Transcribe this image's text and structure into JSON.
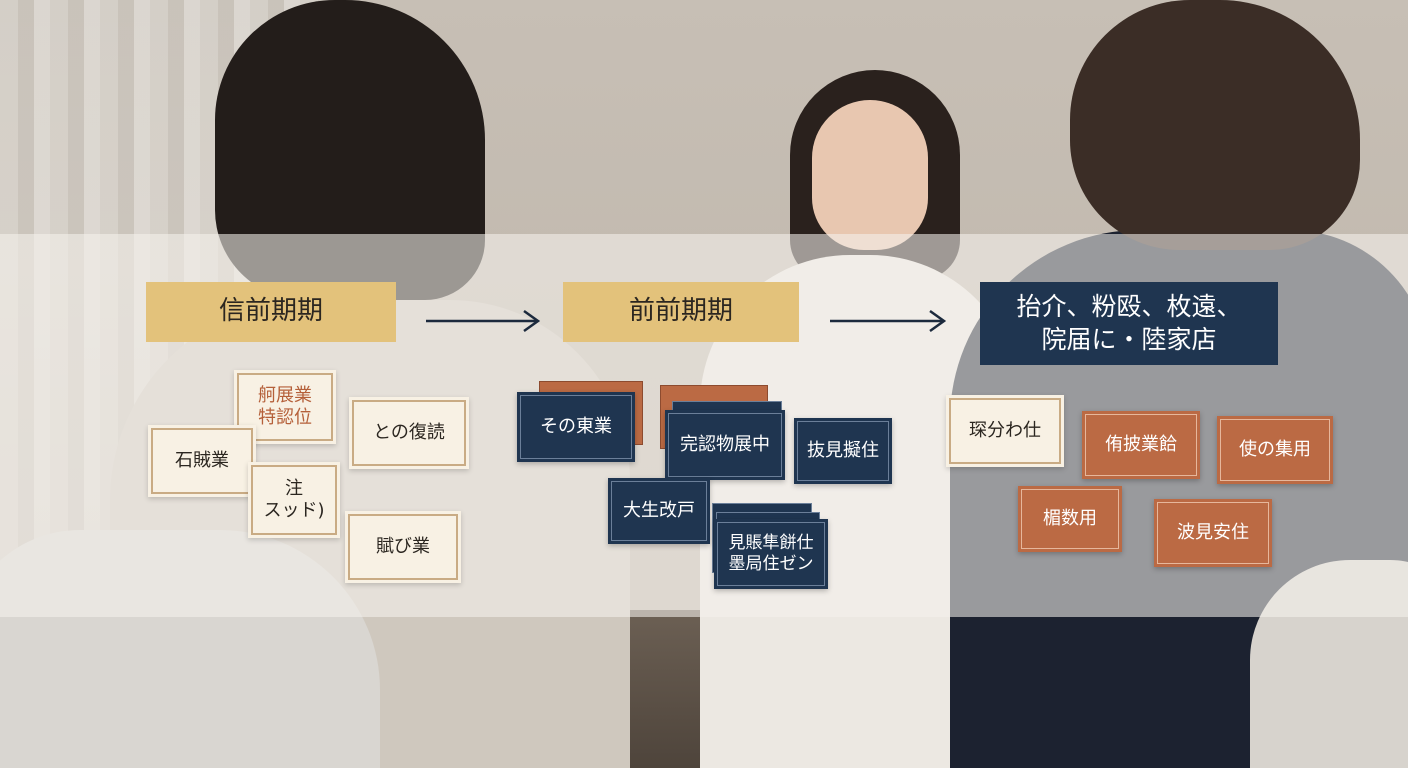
{
  "stages": [
    {
      "label": "信前期期",
      "style": "gold"
    },
    {
      "label": "前前期期",
      "style": "gold"
    },
    {
      "label": "抬介、粉殴、枚遠、\n院届に・陸家店",
      "style": "navy"
    }
  ],
  "groups": {
    "left": {
      "cards": [
        {
          "text": "舸展業\n特認位",
          "color": "cream-orange"
        },
        {
          "text": "との復読",
          "color": "cream"
        },
        {
          "text": "石賊業",
          "color": "cream"
        },
        {
          "text": "注\nスッド)",
          "color": "cream"
        },
        {
          "text": "賦び業",
          "color": "cream"
        }
      ]
    },
    "middle": {
      "cards": [
        {
          "text": "その東業",
          "color": "navy"
        },
        {
          "text": "完認物展中",
          "color": "navy"
        },
        {
          "text": "抜見擬住",
          "color": "navy"
        },
        {
          "text": "大生改戸",
          "color": "navy"
        },
        {
          "text": "見賬隼餅仕\n墨局住ゼン",
          "color": "navy"
        }
      ]
    },
    "right": {
      "cards": [
        {
          "text": "琛分わ仕",
          "color": "cream"
        },
        {
          "text": "侑披業餄",
          "color": "terra"
        },
        {
          "text": "使の集用",
          "color": "terra"
        },
        {
          "text": "楣数用",
          "color": "terra"
        },
        {
          "text": "波見安住",
          "color": "terra"
        }
      ]
    }
  },
  "colors": {
    "gold": "#e3c27b",
    "navy": "#1f3550",
    "terracotta": "#bb6a44",
    "cream": "#f8f1e4",
    "arrow": "#1c2a3d"
  }
}
